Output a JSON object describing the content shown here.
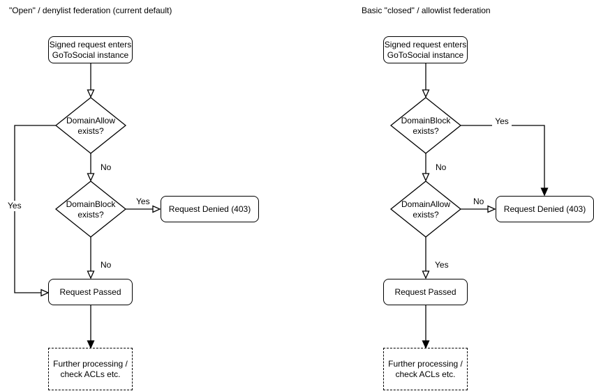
{
  "colors": {
    "stroke": "#000000",
    "text": "#000000",
    "background": "#ffffff"
  },
  "left": {
    "title": "\"Open\" / denylist federation (current default)",
    "nodes": {
      "start": "Signed request enters\nGoToSocial instance",
      "decision1": "DomainAllow\nexists?",
      "decision2": "DomainBlock\nexists?",
      "denied": "Request Denied (403)",
      "passed": "Request Passed",
      "further": "Further processing /\ncheck ACLs etc."
    },
    "labels": {
      "decision1_no": "No",
      "decision1_yes": "Yes",
      "decision2_yes": "Yes",
      "decision2_no": "No"
    }
  },
  "right": {
    "title": "Basic \"closed\" / allowlist federation",
    "nodes": {
      "start": "Signed request enters\nGoToSocial instance",
      "decision1": "DomainBlock\nexists?",
      "decision2": "DomainAllow\nexists?",
      "denied": "Request Denied (403)",
      "passed": "Request Passed",
      "further": "Further processing /\ncheck ACLs etc."
    },
    "labels": {
      "decision1_yes": "Yes",
      "decision1_no": "No",
      "decision2_no": "No",
      "decision2_yes": "Yes"
    }
  }
}
